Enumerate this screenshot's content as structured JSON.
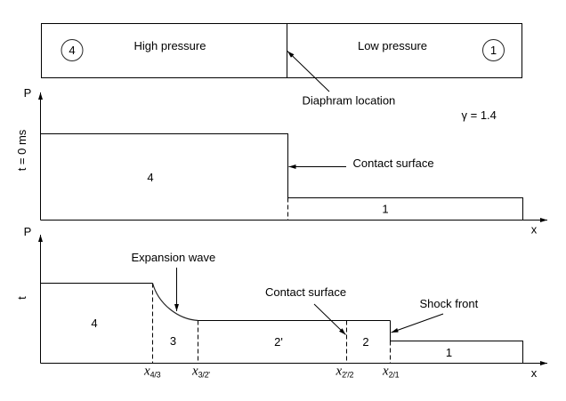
{
  "tube": {
    "left_region": "4",
    "left_label": "High pressure",
    "right_label": "Low pressure",
    "right_region": "1",
    "diaphragm_annotation": "Diaphram location"
  },
  "initial_plot": {
    "y_axis_label": "P",
    "time_label": "t = 0 ms",
    "x_axis_label": "x",
    "regions": [
      "4",
      "1"
    ],
    "contact_surface_annotation": "Contact surface",
    "gamma_label": "γ = 1.4"
  },
  "later_plot": {
    "y_axis_label": "P",
    "time_label": "t",
    "x_axis_label": "x",
    "regions": [
      "4",
      "3",
      "2'",
      "2",
      "1"
    ],
    "annotations": {
      "expansion_wave": "Expansion wave",
      "contact_surface": "Contact surface",
      "shock_front": "Shock front"
    },
    "boundaries": [
      {
        "symbol": "x",
        "subscript": "4/3"
      },
      {
        "symbol": "x",
        "subscript": "3/2'"
      },
      {
        "symbol": "x",
        "subscript": "2'/2"
      },
      {
        "symbol": "x",
        "subscript": "2/1"
      }
    ]
  }
}
